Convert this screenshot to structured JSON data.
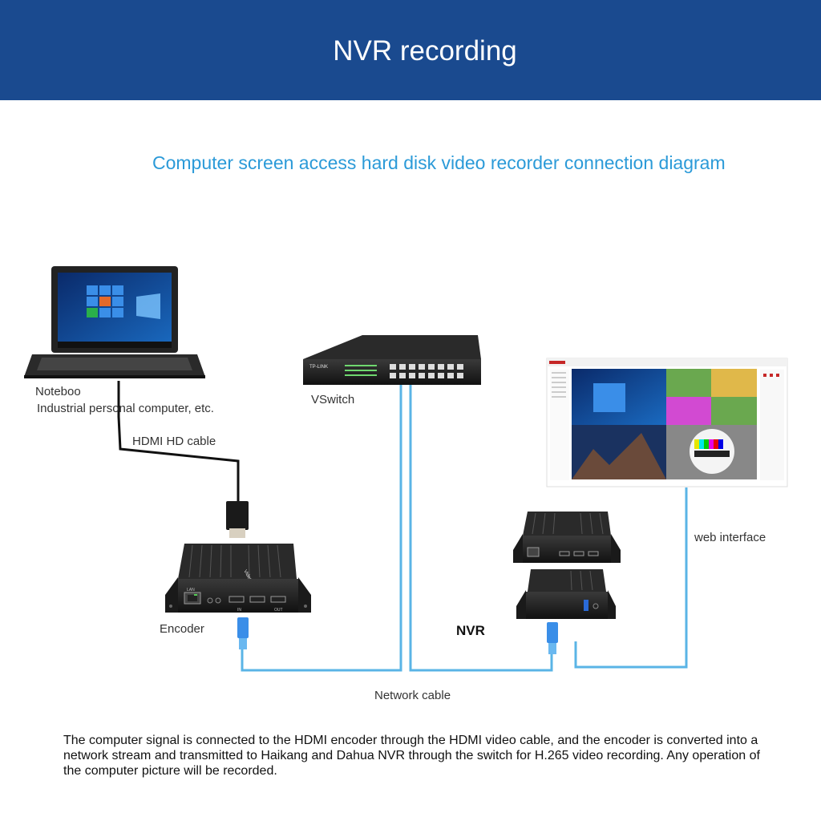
{
  "header": {
    "title": "NVR recording"
  },
  "subtitle": "Computer screen access hard disk video recorder connection diagram",
  "labels": {
    "notebook_line1": "Noteboo",
    "notebook_line2": "Industrial personal computer, etc.",
    "hdmi_cable": "HDMI HD cable",
    "vswitch": "VSwitch",
    "web_interface": "web interface",
    "encoder": "Encoder",
    "nvr": "NVR",
    "network_cable": "Network cable"
  },
  "device_text": {
    "switch_brand": "TP-LINK",
    "encoder_label": "Video Encoder",
    "port_lan": "LAN",
    "port_hdmi_in": "IN",
    "port_hdmi_out": "OUT"
  },
  "description": "The computer signal is connected to the HDMI encoder through the HDMI video cable, and the encoder is converted into a network stream and transmitted to Haikang and Dahua NVR through the switch for H.265 video recording. Any operation of the computer picture will be recorded.",
  "colors": {
    "header_bg": "#1a4a8f",
    "subtitle": "#2b9ad8",
    "network_cable": "#5ab4e6"
  }
}
